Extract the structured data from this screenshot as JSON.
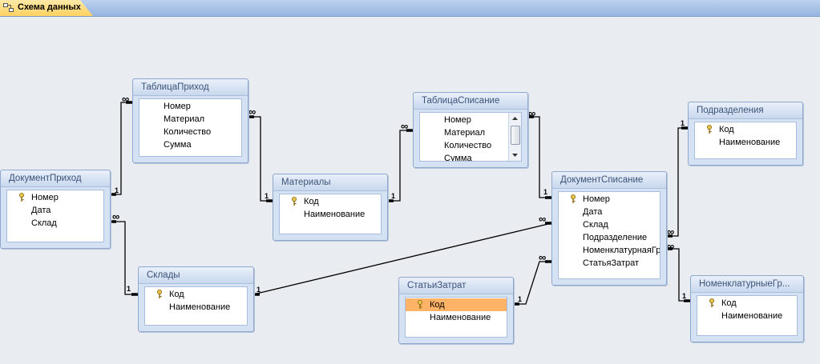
{
  "tab": {
    "label": "Схема данных",
    "icon": "relationships-icon"
  },
  "colors": {
    "accent": "#ffd260",
    "line": "#000000",
    "selected_row": "#ffb366"
  },
  "tables": {
    "tablitsa_prikhod": {
      "title": "ТаблицаПриход",
      "fields": [
        "Номер",
        "Материал",
        "Количество",
        "Сумма"
      ]
    },
    "dokument_prikhod": {
      "title": "ДокументПриход",
      "fields": [
        "Номер",
        "Дата",
        "Склад"
      ]
    },
    "materialy": {
      "title": "Материалы",
      "fields": [
        "Код",
        "Наименование"
      ]
    },
    "tablitsa_spisanie": {
      "title": "ТаблицаСписание",
      "fields": [
        "Номер",
        "Материал",
        "Количество",
        "Сумма"
      ]
    },
    "sklady": {
      "title": "Склады",
      "fields": [
        "Код",
        "Наименование"
      ]
    },
    "stati_zatrat": {
      "title": "СтатьиЗатрат",
      "fields": [
        "Код",
        "Наименование"
      ]
    },
    "dokument_spisanie": {
      "title": "ДокументСписание",
      "fields": [
        "Номер",
        "Дата",
        "Склад",
        "Подразделение",
        "НоменклатурнаяГр",
        "СтатьяЗатрат"
      ]
    },
    "podrazdeleniya": {
      "title": "Подразделения",
      "fields": [
        "Код",
        "Наименование"
      ]
    },
    "nomenklaturnye": {
      "title": "НоменклатурныеГр...",
      "fields": [
        "Код",
        "Наименование"
      ]
    }
  },
  "cardinality": {
    "one": "1",
    "many": "∞"
  }
}
